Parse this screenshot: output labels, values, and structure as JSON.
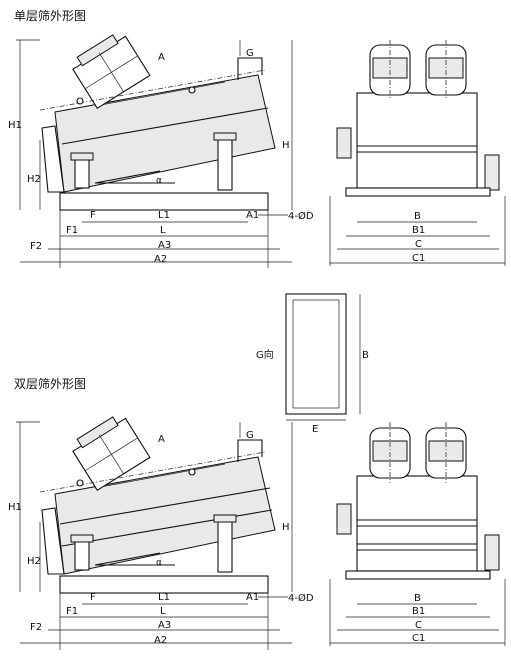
{
  "titles": {
    "single": "单层筛外形图",
    "double": "双层筛外形图"
  },
  "labels": {
    "A": "A",
    "G": "G",
    "H": "H",
    "H1": "H1",
    "H2": "H2",
    "alpha": "α",
    "F": "F",
    "F1": "F1",
    "F2": "F2",
    "L": "L",
    "L1": "L1",
    "A1": "A1",
    "A2": "A2",
    "A3": "A3",
    "holes": "4-ØD",
    "B": "B",
    "B1": "B1",
    "C": "C",
    "C1": "C1",
    "E": "E",
    "G_dir": "G向"
  }
}
